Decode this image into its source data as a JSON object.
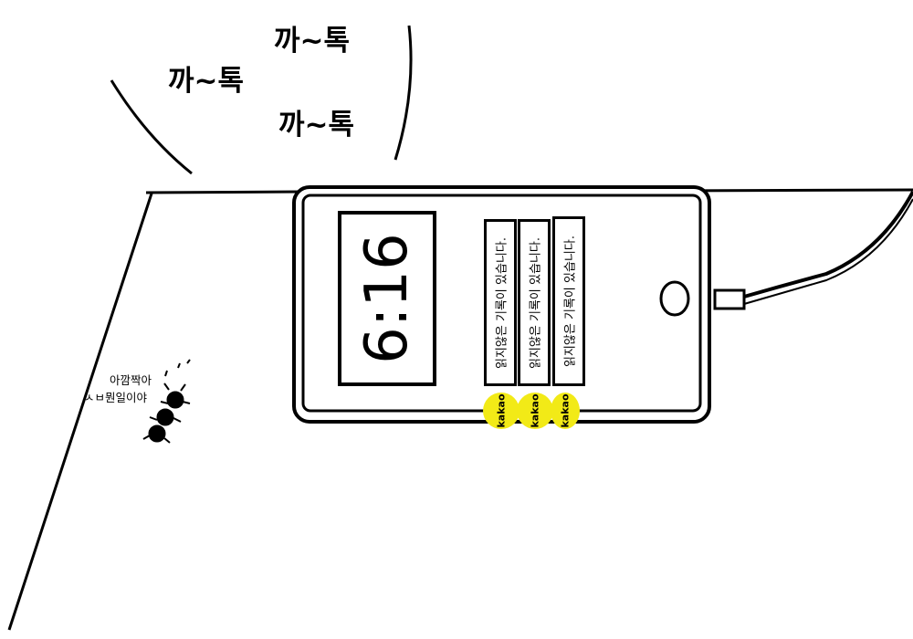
{
  "sound_effects": [
    "까~톡",
    "까~톡",
    "까~톡"
  ],
  "phone": {
    "clock": "6:16",
    "notifications": [
      "읽지않은 기록이 있습니다.",
      "읽지않은 기록이 있습니다.",
      "읽지않은 기록이 있습니다."
    ],
    "app_badges": [
      "kakao",
      "kakao",
      "kakao"
    ],
    "badge_color": "#f2ea17"
  },
  "ant_speech": {
    "line1": "아깜짝아",
    "line2": "ㅅㅂ뭔일이야"
  }
}
